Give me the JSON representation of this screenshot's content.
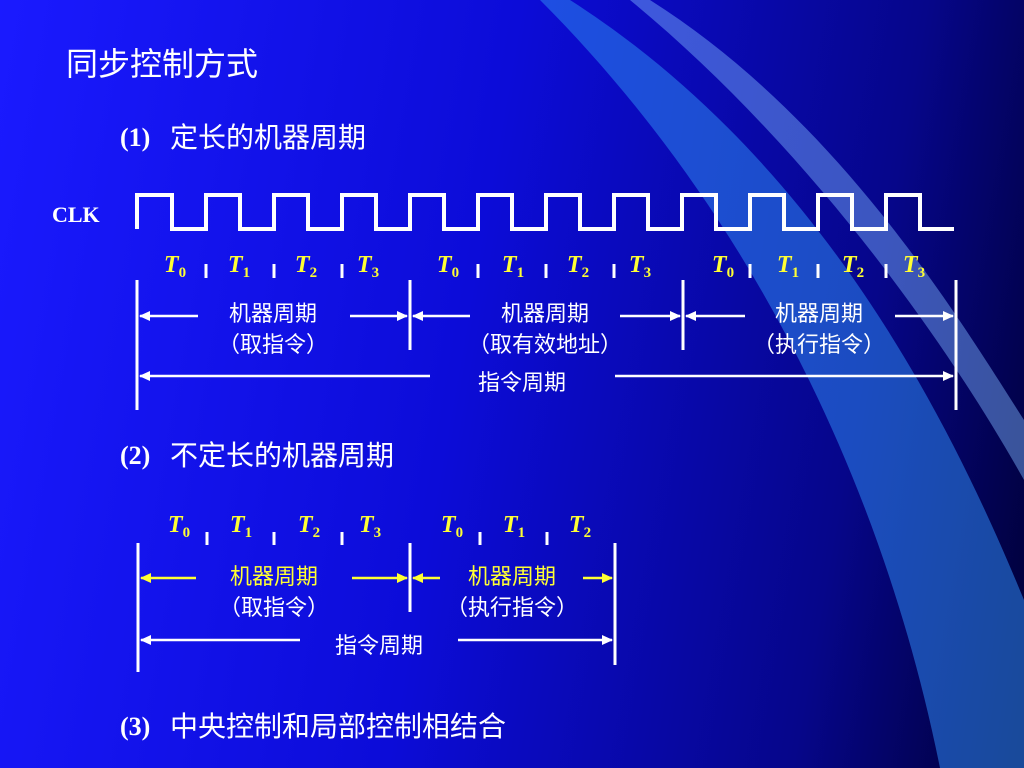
{
  "title": "同步控制方式",
  "s1": {
    "num": "(1)",
    "text": "定长的机器周期"
  },
  "s2": {
    "num": "(2)",
    "text": "不定长的机器周期"
  },
  "s3": {
    "num": "(3)",
    "text": "中央控制和局部控制相结合"
  },
  "clk": "CLK",
  "d1": {
    "cycles": [
      {
        "l1": "机器周期",
        "l2": "（取指令）"
      },
      {
        "l1": "机器周期",
        "l2": "（取有效地址）"
      },
      {
        "l1": "机器周期",
        "l2": "（执行指令）"
      }
    ],
    "ins": "指令周期"
  },
  "d2": {
    "cycles": [
      {
        "l1": "机器周期",
        "l2": "（取指令）"
      },
      {
        "l1": "机器周期",
        "l2": "（执行指令）"
      }
    ],
    "ins": "指令周期"
  },
  "states1": [
    "0",
    "1",
    "2",
    "3",
    "0",
    "1",
    "2",
    "3",
    "0",
    "1",
    "2",
    "3"
  ],
  "states2": [
    "0",
    "1",
    "2",
    "3",
    "0",
    "1",
    "2"
  ]
}
